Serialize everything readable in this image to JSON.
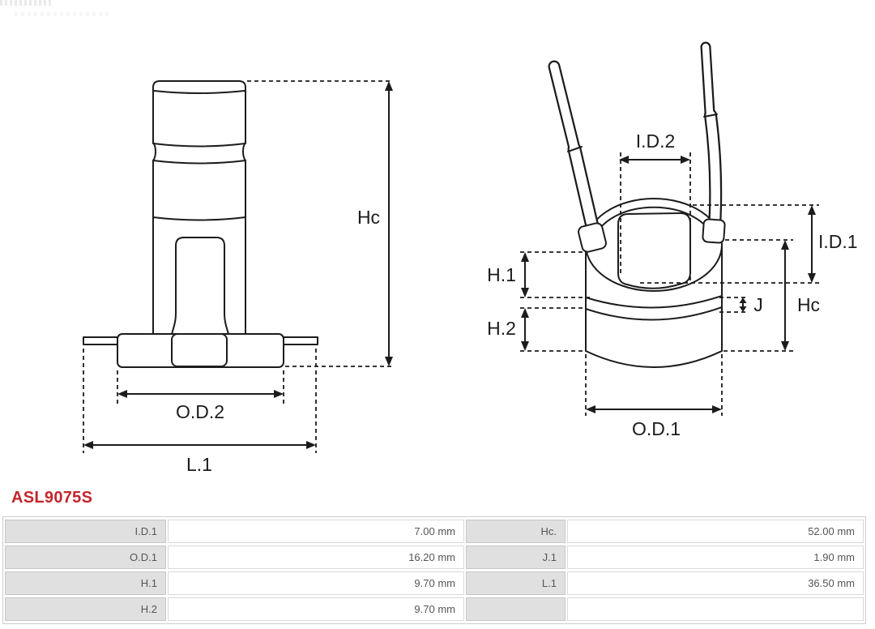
{
  "part_number": "ASL9075S",
  "colors": {
    "accent_red": "#c2262c",
    "line_color": "#1c1c1c",
    "table_label_bg": "#e0e0e0",
    "table_border": "#cccccc",
    "table_text": "#555555"
  },
  "drawings": {
    "side_view": {
      "labels": {
        "hc": "Hc",
        "od2": "O.D.2",
        "l1": "L.1"
      }
    },
    "perspective_view": {
      "labels": {
        "id2": "I.D.2",
        "id1": "I.D.1",
        "h1": "H.1",
        "h2": "H.2",
        "j": "J",
        "hc": "Hc",
        "od1": "O.D.1"
      }
    }
  },
  "dimensions_table": {
    "rows": [
      {
        "label": "I.D.1",
        "value": "7.00 mm",
        "label2": "Hc.",
        "value2": "52.00 mm"
      },
      {
        "label": "O.D.1",
        "value": "16.20 mm",
        "label2": "J.1",
        "value2": "1.90 mm"
      },
      {
        "label": "H.1",
        "value": "9.70 mm",
        "label2": "L.1",
        "value2": "36.50 mm"
      },
      {
        "label": "H.2",
        "value": "9.70 mm",
        "label2": "",
        "value2": ""
      }
    ]
  }
}
